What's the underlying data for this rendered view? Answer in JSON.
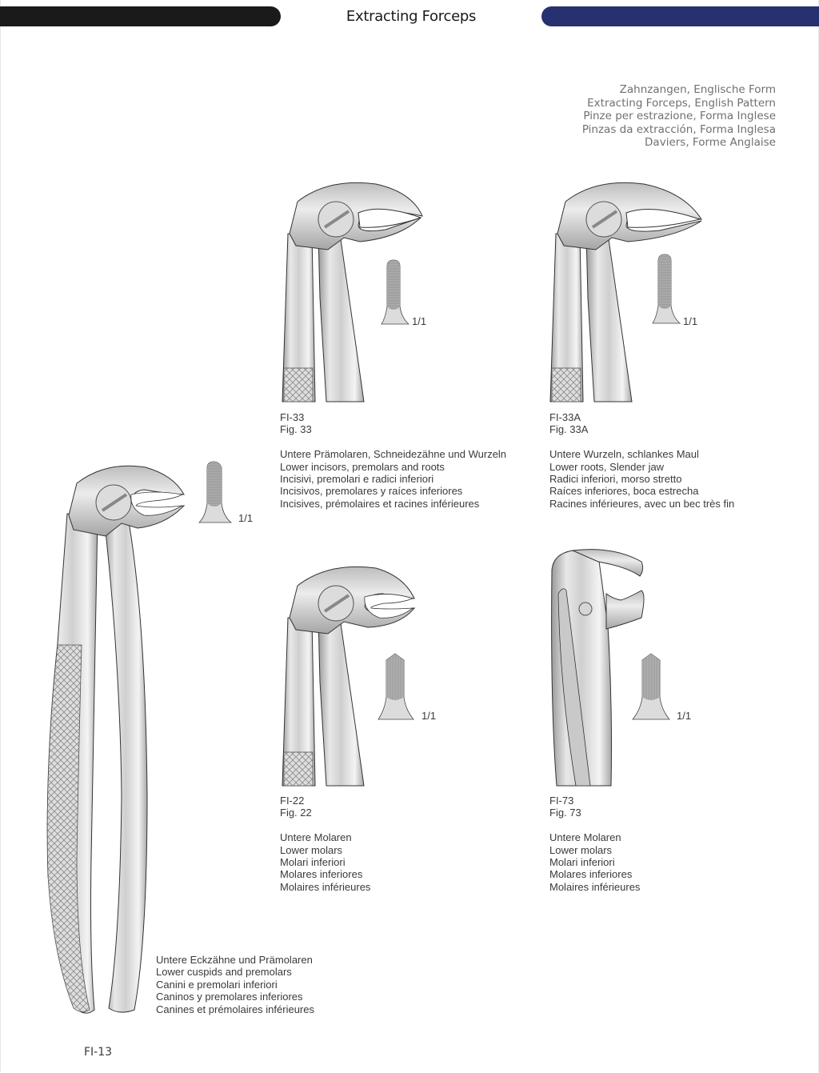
{
  "header": {
    "title": "Extracting Forceps",
    "left_bar_color": "#1a1a1a",
    "right_bar_color": "#27316f"
  },
  "subtitle": {
    "lines": [
      "Zahnzangen, Englische Form",
      "Extracting Forceps, English Pattern",
      "Pinze per estrazione, Forma Inglese",
      "Pinzas da extracción, Forma Inglesa",
      "Daviers, Forme Anglaise"
    ]
  },
  "products": [
    {
      "code": "FI-33",
      "fig": "Fig. 33",
      "scale": "1/1",
      "descriptions": [
        "Untere Prämolaren, Schneidezähne und Wurzeln",
        "Lower incisors, premolars and roots",
        "Incisivi, premolari e radici inferiori",
        "Incisivos, premolares y raíces inferiores",
        "Incisives, prémolaires et racines inférieures"
      ]
    },
    {
      "code": "FI-33A",
      "fig": "Fig. 33A",
      "scale": "1/1",
      "descriptions": [
        "Untere Wurzeln, schlankes Maul",
        "Lower roots, Slender jaw",
        "Radici inferiori, morso stretto",
        "Raíces inferiores, boca estrecha",
        "Racines inférieures, avec un bec très fin"
      ]
    },
    {
      "code": "FI-22",
      "fig": "Fig. 22",
      "scale": "1/1",
      "descriptions": [
        "Untere Molaren",
        "Lower molars",
        "Molari inferiori",
        "Molares inferiores",
        "Molaires inférieures"
      ]
    },
    {
      "code": "FI-73",
      "fig": "Fig. 73",
      "scale": "1/1",
      "descriptions": [
        "Untere Molaren",
        "Lower molars",
        "Molari inferiori",
        "Molares inferiores",
        "Molaires inférieures"
      ]
    },
    {
      "code": "FI-13",
      "scale": "1/1",
      "descriptions": [
        "Untere Eckzähne und Prämolaren",
        "Lower cuspids and premolars",
        "Canini e premolari inferiori",
        "Caninos y premolares inferiores",
        "Canines et prémolaires inférieures"
      ]
    }
  ],
  "footer": {
    "page_code": "FI-13"
  }
}
